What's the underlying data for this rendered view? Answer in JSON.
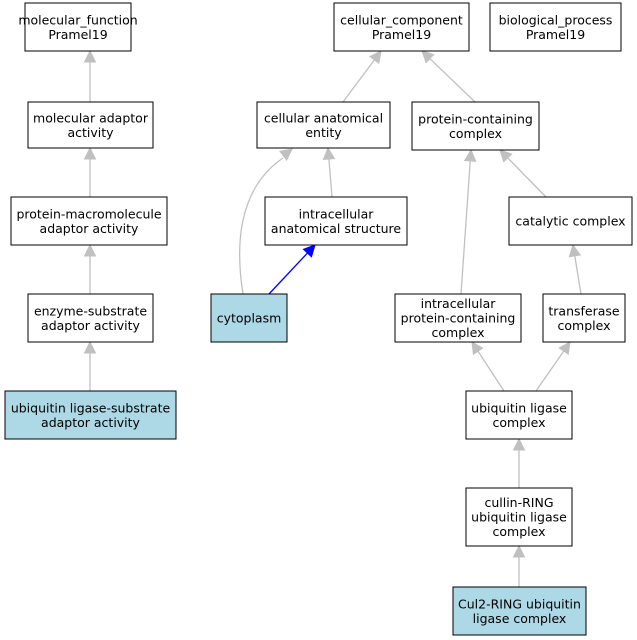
{
  "nodes": {
    "mf_root": {
      "lines": [
        "molecular_function",
        "Pramel19"
      ],
      "highlight": false
    },
    "cc_root": {
      "lines": [
        "cellular_component",
        "Pramel19"
      ],
      "highlight": false
    },
    "bp_root": {
      "lines": [
        "biological_process",
        "Pramel19"
      ],
      "highlight": false
    },
    "mol_adaptor": {
      "lines": [
        "molecular adaptor",
        "activity"
      ],
      "highlight": false
    },
    "cell_anat": {
      "lines": [
        "cellular anatomical",
        "entity"
      ],
      "highlight": false
    },
    "prot_complex": {
      "lines": [
        "protein-containing",
        "complex"
      ],
      "highlight": false
    },
    "prot_macro": {
      "lines": [
        "protein-macromolecule",
        "adaptor activity"
      ],
      "highlight": false
    },
    "intra_anat": {
      "lines": [
        "intracellular",
        "anatomical structure"
      ],
      "highlight": false
    },
    "catalytic": {
      "lines": [
        "catalytic complex"
      ],
      "highlight": false
    },
    "enzyme_sub": {
      "lines": [
        "enzyme-substrate",
        "adaptor activity"
      ],
      "highlight": false
    },
    "cytoplasm": {
      "lines": [
        "cytoplasm"
      ],
      "highlight": true
    },
    "intra_prot": {
      "lines": [
        "intracellular",
        "protein-containing",
        "complex"
      ],
      "highlight": false
    },
    "transferase": {
      "lines": [
        "transferase",
        "complex"
      ],
      "highlight": false
    },
    "ub_lig_sub": {
      "lines": [
        "ubiquitin ligase-substrate",
        "adaptor activity"
      ],
      "highlight": true
    },
    "ub_lig": {
      "lines": [
        "ubiquitin ligase",
        "complex"
      ],
      "highlight": false
    },
    "cullin": {
      "lines": [
        "cullin-RING",
        "ubiquitin ligase",
        "complex"
      ],
      "highlight": false
    },
    "cul2": {
      "lines": [
        "Cul2-RING ubiquitin",
        "ligase complex"
      ],
      "highlight": true
    }
  },
  "edges": [
    {
      "from": "mol_adaptor",
      "to": "mf_root",
      "style": "gray"
    },
    {
      "from": "prot_macro",
      "to": "mol_adaptor",
      "style": "gray"
    },
    {
      "from": "enzyme_sub",
      "to": "prot_macro",
      "style": "gray"
    },
    {
      "from": "ub_lig_sub",
      "to": "enzyme_sub",
      "style": "gray"
    },
    {
      "from": "cell_anat",
      "to": "cc_root",
      "style": "gray"
    },
    {
      "from": "prot_complex",
      "to": "cc_root",
      "style": "gray"
    },
    {
      "from": "intra_anat",
      "to": "cell_anat",
      "style": "gray"
    },
    {
      "from": "cytoplasm",
      "to": "cell_anat",
      "style": "gray-curve"
    },
    {
      "from": "cytoplasm",
      "to": "intra_anat",
      "style": "blue"
    },
    {
      "from": "catalytic",
      "to": "prot_complex",
      "style": "gray"
    },
    {
      "from": "intra_prot",
      "to": "prot_complex",
      "style": "gray"
    },
    {
      "from": "transferase",
      "to": "catalytic",
      "style": "gray"
    },
    {
      "from": "ub_lig",
      "to": "intra_prot",
      "style": "gray"
    },
    {
      "from": "ub_lig",
      "to": "transferase",
      "style": "gray"
    },
    {
      "from": "cullin",
      "to": "ub_lig",
      "style": "gray"
    },
    {
      "from": "cul2",
      "to": "cullin",
      "style": "gray"
    }
  ],
  "colors": {
    "highlight_fill": "#add8e6",
    "node_fill": "#ffffff",
    "node_stroke": "#000000",
    "edge_gray": "#c0c0c0",
    "edge_blue": "#0000ff"
  }
}
